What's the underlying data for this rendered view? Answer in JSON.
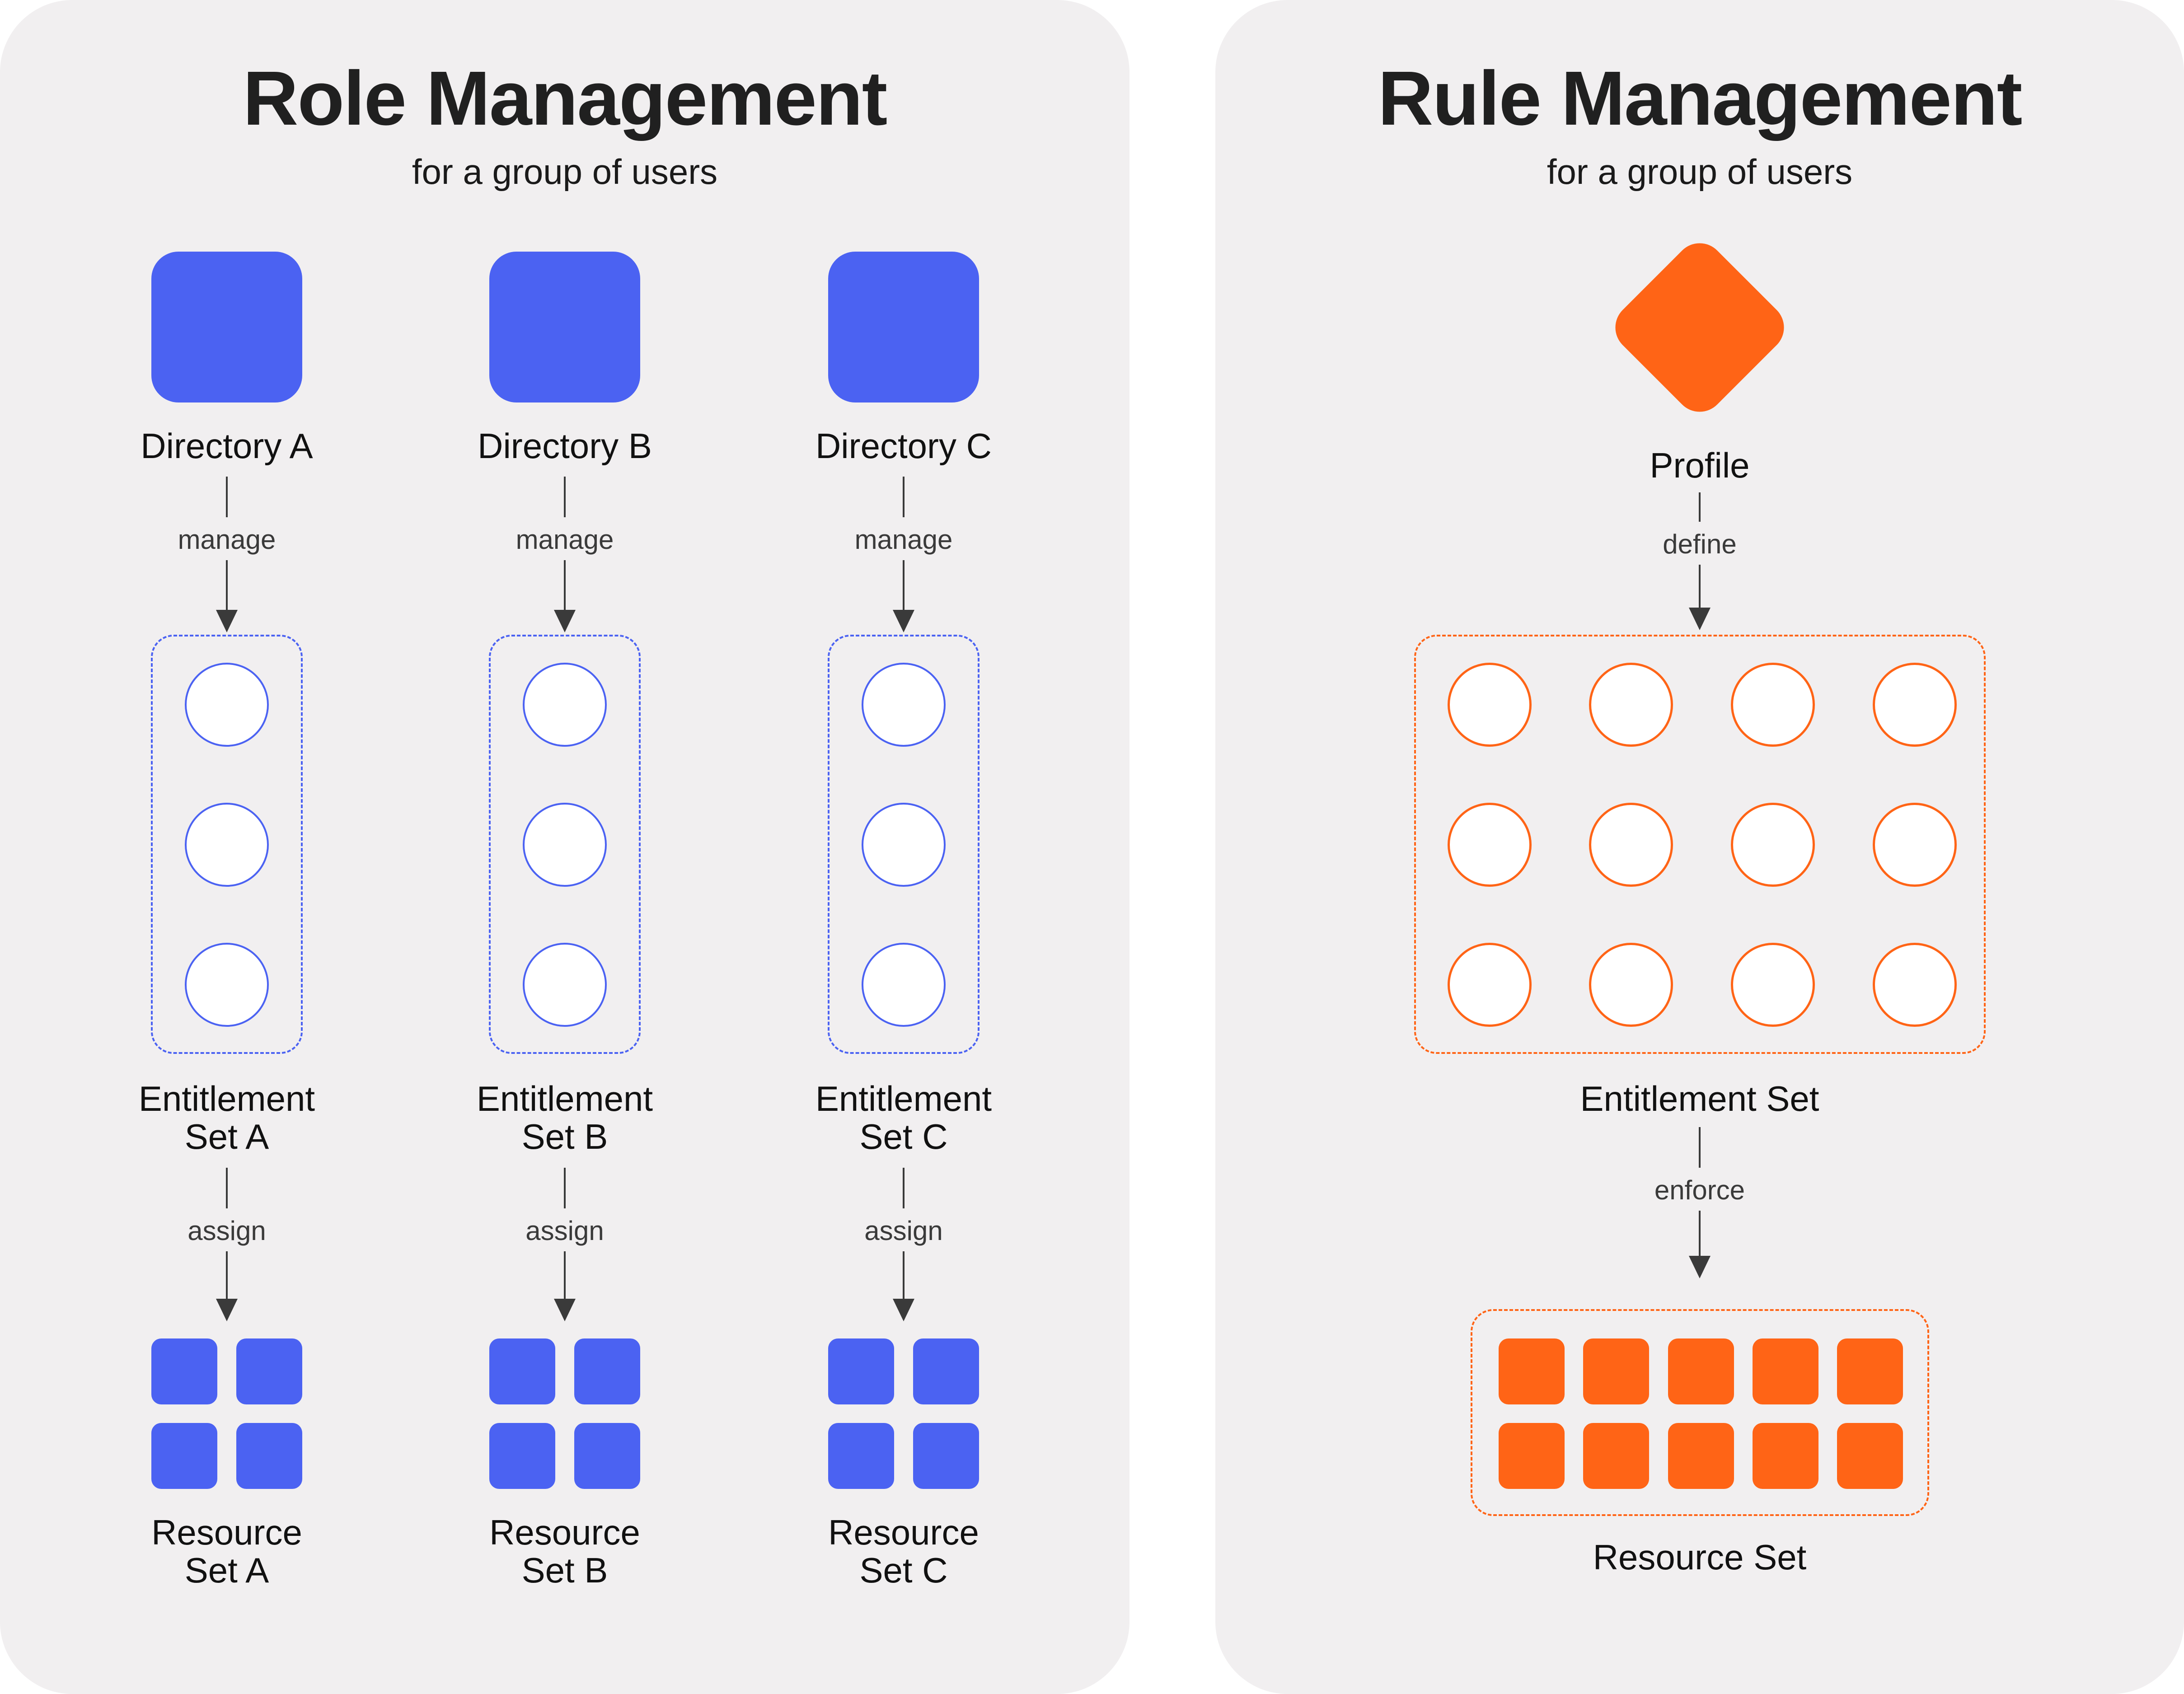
{
  "role_panel": {
    "title": "Role Management",
    "subtitle": "for a group of users",
    "columns": [
      {
        "directory": "Directory A",
        "manage": "manage",
        "entitlement": "Entitlement\nSet A",
        "assign": "assign",
        "resource": "Resource\nSet A"
      },
      {
        "directory": "Directory B",
        "manage": "manage",
        "entitlement": "Entitlement\nSet B",
        "assign": "assign",
        "resource": "Resource\nSet B"
      },
      {
        "directory": "Directory C",
        "manage": "manage",
        "entitlement": "Entitlement\nSet C",
        "assign": "assign",
        "resource": "Resource\nSet C"
      }
    ]
  },
  "rule_panel": {
    "title": "Rule Management",
    "subtitle": "for a group of users",
    "profile": "Profile",
    "define": "define",
    "entitlement": "Entitlement Set",
    "enforce": "enforce",
    "resource": "Resource Set"
  },
  "colors": {
    "blue": "#4b62f2",
    "orange": "#ff6416",
    "panel": "#f1eff0"
  }
}
